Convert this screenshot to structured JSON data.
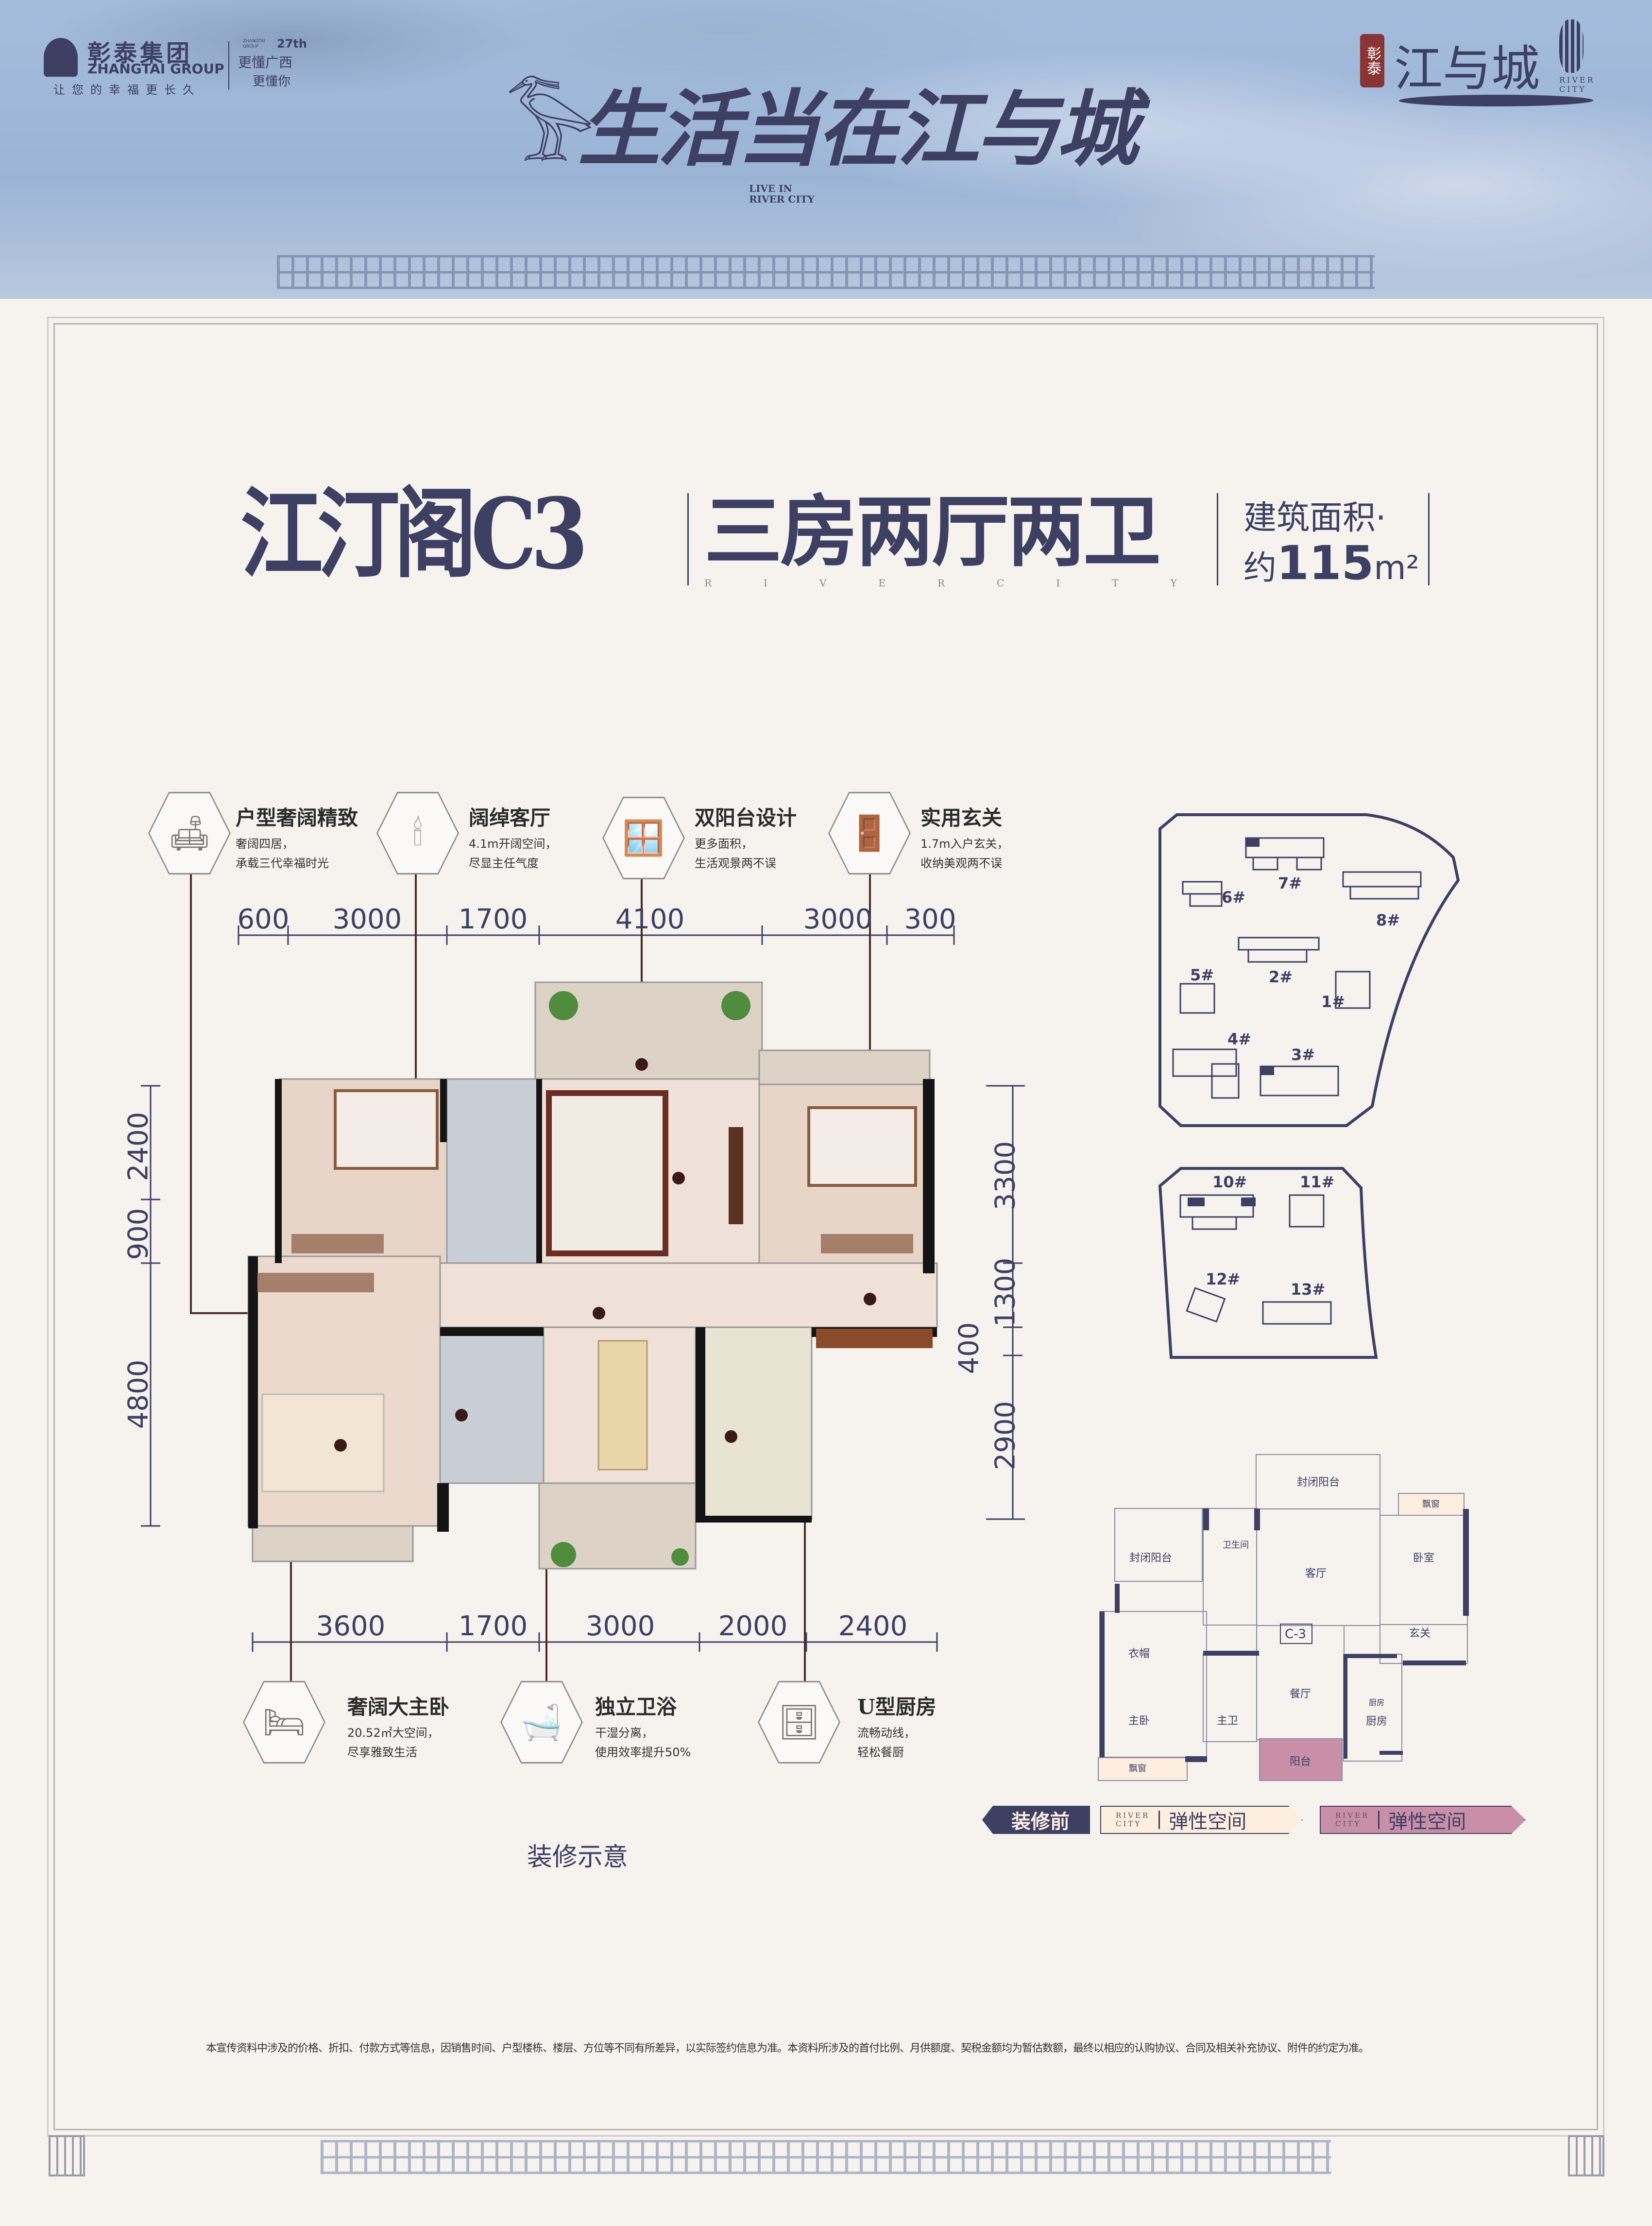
{
  "header": {
    "group_logo": {
      "name_cn": "彰泰集团",
      "name_en": "ZHANGTAI GROUP",
      "slogan": "让您的幸福更长久"
    },
    "anniversary": {
      "brand": "ZHANGTAI GROUP",
      "years": "27th",
      "line1": "更懂广西",
      "line2": "更懂你"
    },
    "slogan": {
      "text": "生活当在江与城",
      "en_line1": "LIVE IN",
      "en_line2": "RIVER CITY"
    },
    "project_logo": {
      "seal": "彰泰",
      "name": "江与城",
      "en": "RIVER CITY"
    }
  },
  "title": {
    "unit_name": "江汀阁C3",
    "layout": "三房两厅两卫",
    "letters": "RIVERCITY",
    "area_label": "建筑面积·",
    "area_prefix": "约",
    "area_value": "115",
    "area_unit": "m²"
  },
  "features_top": [
    {
      "title": "户型奢阔精致",
      "line1": "奢阔四居，",
      "line2": "承载三代幸福时光",
      "icon": "sofa-icon"
    },
    {
      "title": "阔绰客厅",
      "line1": "4.1m开阔空间，",
      "line2": "尽显主任气度",
      "icon": "chandelier-icon"
    },
    {
      "title": "双阳台设计",
      "line1": "更多面积，",
      "line2": "生活观景两不误",
      "icon": "balcony-icon"
    },
    {
      "title": "实用玄关",
      "line1": "1.7m入户玄关，",
      "line2": "收纳美观两不误",
      "icon": "door-icon"
    }
  ],
  "features_bottom": [
    {
      "title": "奢阔大主卧",
      "line1": "20.52㎡大空间，",
      "line2": "尽享雅致生活",
      "icon": "bed-icon"
    },
    {
      "title": "独立卫浴",
      "line1": "干湿分离，",
      "line2": "使用效率提升50%",
      "icon": "bathtub-icon"
    },
    {
      "title": "U型厨房",
      "line1": "流畅动线，",
      "line2": "轻松餐厨",
      "icon": "kitchen-icon"
    }
  ],
  "dimensions": {
    "top": [
      "600",
      "3000",
      "1700",
      "4100",
      "3000",
      "300"
    ],
    "bottom": [
      "3600",
      "1700",
      "3000",
      "2000",
      "2400"
    ],
    "left": [
      "2400",
      "900",
      "4800"
    ],
    "right": [
      "3300",
      "1300",
      "400",
      "2900"
    ]
  },
  "plan_caption": "装修示意",
  "site_plan": {
    "buildings": [
      "1#",
      "2#",
      "3#",
      "4#",
      "5#",
      "6#",
      "7#",
      "8#",
      "10#",
      "11#",
      "12#",
      "13#"
    ]
  },
  "key_plan": {
    "code": "C-3",
    "rooms": {
      "balcony_top": "封闭阳台",
      "balcony_left": "封闭阳台",
      "wc": "卫生间",
      "living": "客厅",
      "bedroom": "卧室",
      "bay_top": "飘窗",
      "entry": "玄关",
      "closet": "衣帽",
      "dining": "餐厅",
      "kitchen_small": "厨房",
      "kitchen": "厨房",
      "master": "主卧",
      "master_bath": "主卫",
      "balcony": "阳台",
      "bay_bottom": "飘窗"
    }
  },
  "legend": {
    "before": "装修前",
    "rc1": "RIVER",
    "rc2": "CITY",
    "flex1": "弹性空间",
    "flex2": "弹性空间",
    "colors": {
      "before": "#3d3f63",
      "flex1": "#fdeee0",
      "flex2": "#c98fa9"
    }
  },
  "disclaimer": "本宣传资料中涉及的价格、折扣、付款方式等信息，因销售时间、户型楼栋、楼层、方位等不同有所差异，以实际签约信息为准。本资料所涉及的首付比例、月供额度、契税金额均为暂估数额，最终以相应的认购协议、合同及相关补充协议、附件的约定为准。"
}
